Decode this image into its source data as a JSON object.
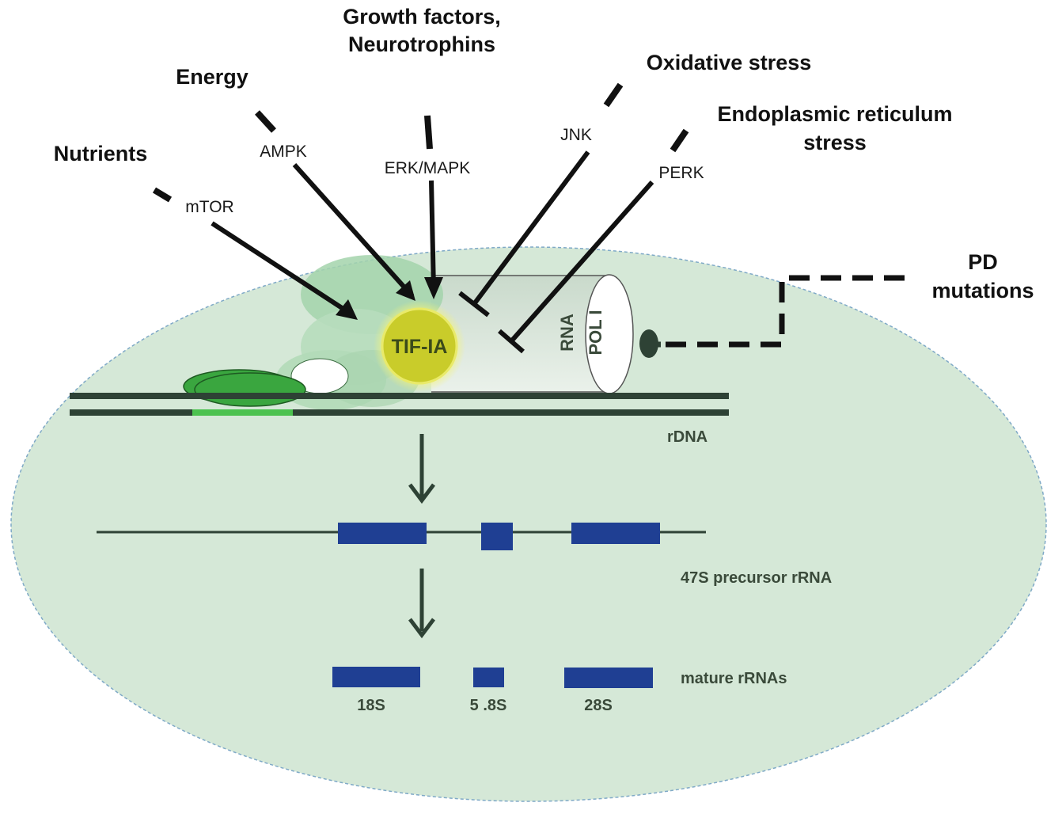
{
  "signals": {
    "growth_line1": "Growth factors,",
    "growth_line2": "Neurotrophins",
    "energy": "Energy",
    "nutrients": "Nutrients",
    "oxidative": "Oxidative stress",
    "er_line1": "Endoplasmic reticulum",
    "er_line2": "stress",
    "pd_line1": "PD",
    "pd_line2": "mutations"
  },
  "kinases": {
    "ampk": "AMPK",
    "mtor": "mTOR",
    "erk": "ERK/MAPK",
    "jnk": "JNK",
    "perk": "PERK"
  },
  "complex": {
    "tif": "TIF-IA",
    "pol_line1": "RNA",
    "pol_line2": "POL I"
  },
  "dna": {
    "rdna": "rDNA",
    "precursor": "47S precursor rRNA",
    "mature": "mature rRNAs",
    "s18": "18S",
    "s58": "5 .8S",
    "s28": "28S"
  },
  "colors": {
    "nucleus_fill": "#d5e8d7",
    "nucleus_border": "#7fa9c7",
    "dark_line": "#2e4235",
    "rna_block": "#1f3f93",
    "tif_fill": "#c9cc2a",
    "bright_green": "#3aa63f"
  }
}
